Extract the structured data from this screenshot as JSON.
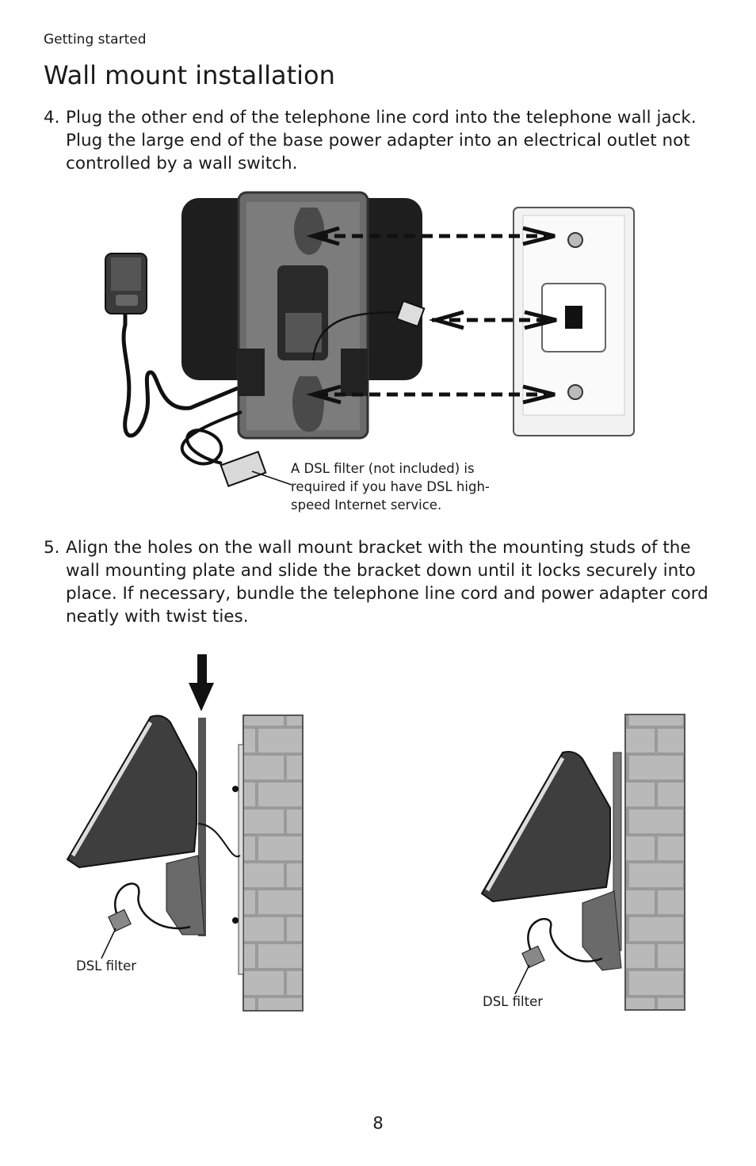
{
  "header": {
    "section": "Getting started",
    "title": "Wall mount installation"
  },
  "steps": [
    {
      "number": "4.",
      "text": "Plug the other end of the telephone line cord into the telephone wall jack. Plug the large end of the base power adapter into an electrical outlet not controlled by a wall switch."
    },
    {
      "number": "5.",
      "text": "Align the holes on the wall mount bracket with the mounting studs of the wall mounting plate and slide the bracket down until it locks securely into place. If necessary, bundle the telephone line cord and power adapter cord neatly with twist ties."
    }
  ],
  "figure1": {
    "caption": "A DSL filter (not included) is required if you have DSL high-speed Internet service."
  },
  "figure2": {
    "left_label": "DSL filter",
    "right_label": "DSL filter"
  },
  "footer": {
    "page_number": "8"
  }
}
